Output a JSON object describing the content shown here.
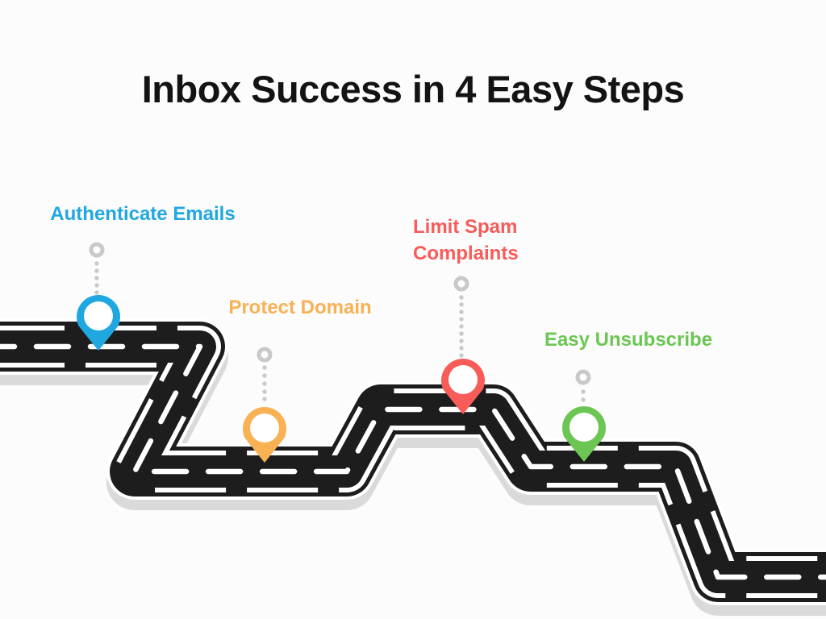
{
  "title": "Inbox Success in 4 Easy Steps",
  "steps": [
    {
      "label": "Authenticate Emails",
      "color": "#1fa7e0",
      "icon": "map-pin-icon"
    },
    {
      "label": "Protect Domain",
      "color": "#f8b153",
      "icon": "map-pin-icon"
    },
    {
      "label": "Limit Spam Complaints",
      "color": "#f75c59",
      "icon": "map-pin-icon"
    },
    {
      "label": "Easy Unsubscribe",
      "color": "#6cc653",
      "icon": "map-pin-icon"
    }
  ],
  "colors": {
    "background": "#fcfcfc",
    "title_ink": "#131313",
    "road": "#1d1d1d",
    "road_shadow": "#dadada",
    "road_line": "#ffffff",
    "marker_gray": "#c9c9c9"
  }
}
